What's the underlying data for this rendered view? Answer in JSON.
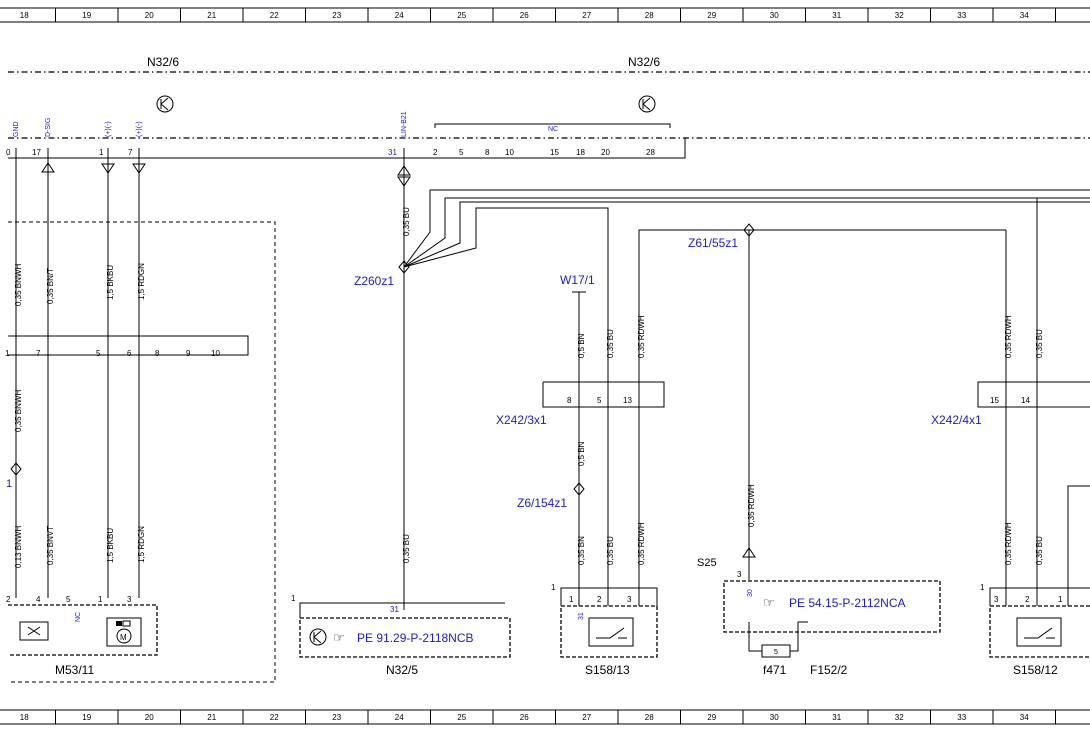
{
  "grid": {
    "columns": [
      "18",
      "19",
      "20",
      "21",
      "22",
      "23",
      "24",
      "25",
      "26",
      "27",
      "28",
      "29",
      "30",
      "31",
      "32",
      "33",
      "34"
    ]
  },
  "components": {
    "n32_6_left": "N32/6",
    "n32_6_right": "N32/6",
    "m53_11": "M53/11",
    "n32_5": "N32/5",
    "s158_13": "S158/13",
    "f471": "f471",
    "f152_2": "F152/2",
    "s158_12": "S158/12",
    "s25": "S25"
  },
  "connectors": {
    "x242_3x1": "X242/3x1",
    "x242_4x1": "X242/4x1",
    "z260z1": "Z260z1",
    "z61_55z1": "Z61/55z1",
    "w17_1": "W17/1",
    "z6_154z1": "Z6/154z1"
  },
  "references": {
    "n32_5_ref": "PE 91.29-P-2118NCB",
    "f152_ref": "PE 54.15-P-2112NCA"
  },
  "pin_signals": {
    "gnd": "GND",
    "dsig": "D-SIG",
    "plus_minus_1": "(+)(-)",
    "plus_minus_2": "(+)(-)",
    "lin": "LIN-B21",
    "nc_top": "NC",
    "nc_m53": "NC"
  },
  "top_pins": {
    "p0": "0",
    "p17": "17",
    "p1": "1",
    "p7": "7",
    "p31": "31",
    "p2": "2",
    "p5": "5",
    "p8": "8",
    "p10": "10",
    "p15": "15",
    "p18": "18",
    "p20": "20",
    "p28": "28"
  },
  "mid_connector_pins": {
    "p1": "1",
    "p7": "7",
    "p5": "5",
    "p6": "6",
    "p8": "8",
    "p9": "9",
    "p10": "10"
  },
  "x242_3x1_pins": {
    "p8": "8",
    "p5": "5",
    "p13": "13"
  },
  "x242_4x1_pins": {
    "p15": "15",
    "p14": "14"
  },
  "m53_pins": {
    "p2": "2",
    "p4": "4",
    "p5": "5",
    "p1": "1",
    "p3": "3"
  },
  "n32_5_pins": {
    "corner": "1",
    "p31": "31"
  },
  "s158_13_pins": {
    "corner": "1",
    "p1": "1",
    "p2": "2",
    "p3": "3",
    "side": "31"
  },
  "s25_pins": {
    "p3": "3",
    "p30": "30",
    "fuse": "5"
  },
  "s158_12_pins": {
    "corner": "1",
    "p3": "3",
    "p2": "2",
    "p1": "1"
  },
  "stub_label": "1",
  "wires": {
    "w_bnwh_1": "0,35 BNWH",
    "w_bnt_1": "0,35 BN/T",
    "w_bkbu_1": "1,5 BKBU",
    "w_rdgn_1": "1,5 RDGN",
    "w_bu_n32": "0,35 BU",
    "w_bnwh_2": "0,35 BNWH",
    "w_bnwh_3": "0,13 BNWH",
    "w_bnvt_3": "0,35 BNVT",
    "w_bkbu_3": "1,5 BKBU",
    "w_rdgn_3": "1,5 RDGN",
    "w_bu_n32_low": "0,35 BU",
    "w_bn_w17": "0,5 BN",
    "w_bu_w17": "0,35 BU",
    "w_rdwh_w17": "0,35 RDWH",
    "w_bn_z6": "0,5 BN",
    "w_bn_s158": "0,35 BN",
    "w_bu_s158": "0,35 BU",
    "w_rdwh_s158": "0,35 RDWH",
    "w_rdwh_s25": "0,35 RDWH",
    "w_rdwh_r1": "0,35 RDWH",
    "w_bu_r1": "0,35 BU",
    "w_rdwh_r2": "0,35 RDWH",
    "w_bu_r2": "0,35 BU"
  }
}
